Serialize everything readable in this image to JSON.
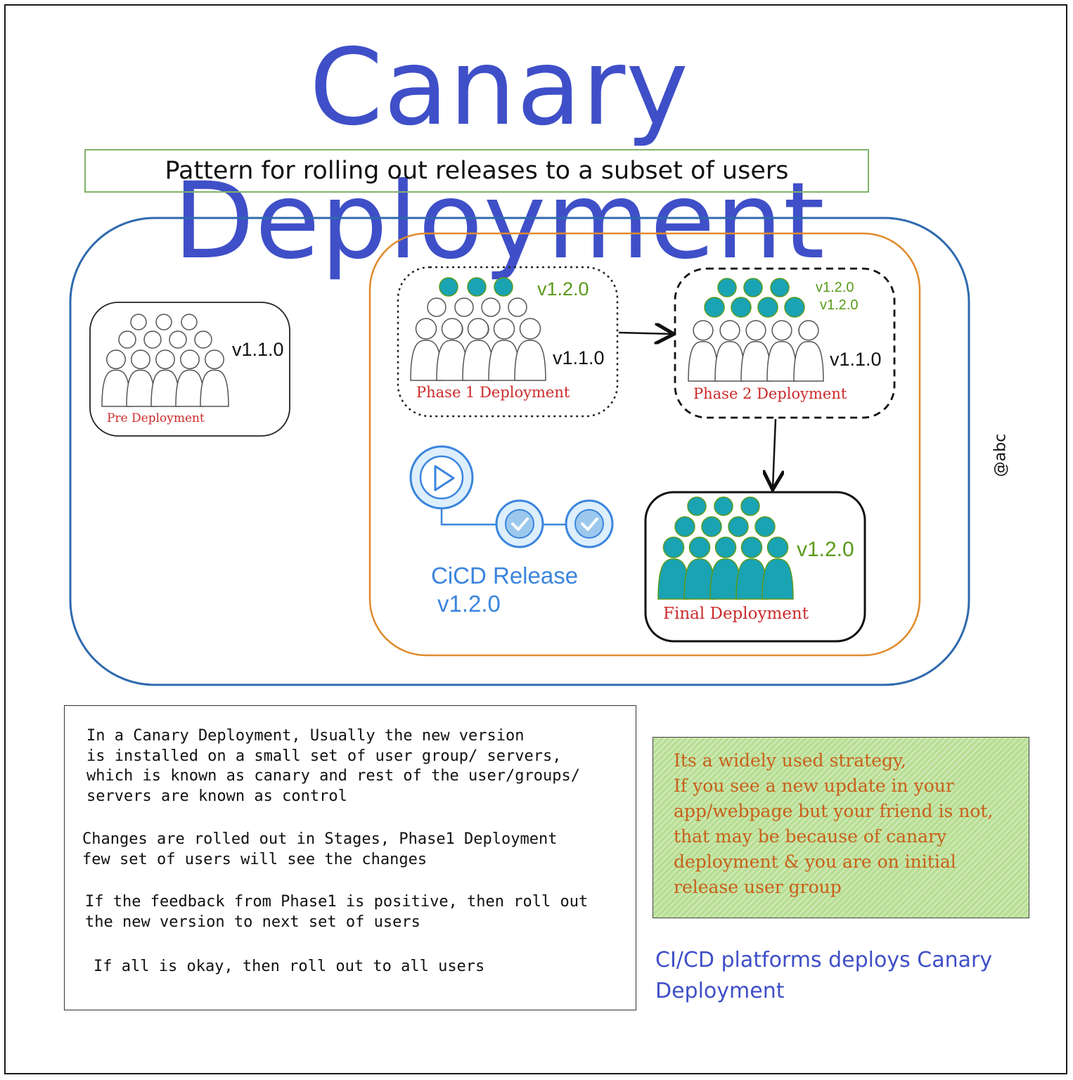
{
  "title": "Canary Deployment",
  "subtitle": "Pattern for rolling out  releases to a subset of  users",
  "handle": "@abc",
  "pre": {
    "label": "Pre Deployment",
    "version": "v1.1.0"
  },
  "phase1": {
    "label": "Phase 1 Deployment",
    "new_version": "v1.2.0",
    "old_version": "v1.1.0"
  },
  "phase2": {
    "label": "Phase 2 Deployment",
    "new_version_a": "v1.2.0",
    "new_version_b": "v1.2.0",
    "old_version": "v1.1.0"
  },
  "final": {
    "label": "Final Deployment",
    "version": "v1.2.0"
  },
  "cicd": {
    "line1": "CiCD Release",
    "line2": "v1.2.0"
  },
  "explanation": {
    "p1": "In a Canary Deployment, Usually the new version\nis installed on a small set of user group/ servers,\nwhich is known as canary and rest of the user/groups/\nservers are known as control",
    "p2": "Changes are rolled out in Stages, Phase1 Deployment\nfew set of users will see the changes",
    "p3": "If the feedback from Phase1 is positive, then roll out\nthe new version to next set of users",
    "p4": "If all is okay, then roll out to all users"
  },
  "note": "Its a widely used strategy,\nIf you see a new update in your\napp/webpage but your friend is not,\nthat may be because of canary\ndeployment & you are on initial\nrelease user group",
  "platforms": "CI/CD platforms deploys Canary\nDeployment",
  "colors": {
    "title": "#3f4fc8",
    "outer_box": "#2f6aae",
    "inner_box": "#e08a2a",
    "teal_user": "#1aa3b3",
    "phase_label": "#cc2b2b",
    "version_green": "#5a9a1a",
    "cicd_blue": "#3a85dd",
    "note_text": "#c8601a",
    "note_bg": "#b8de94"
  }
}
